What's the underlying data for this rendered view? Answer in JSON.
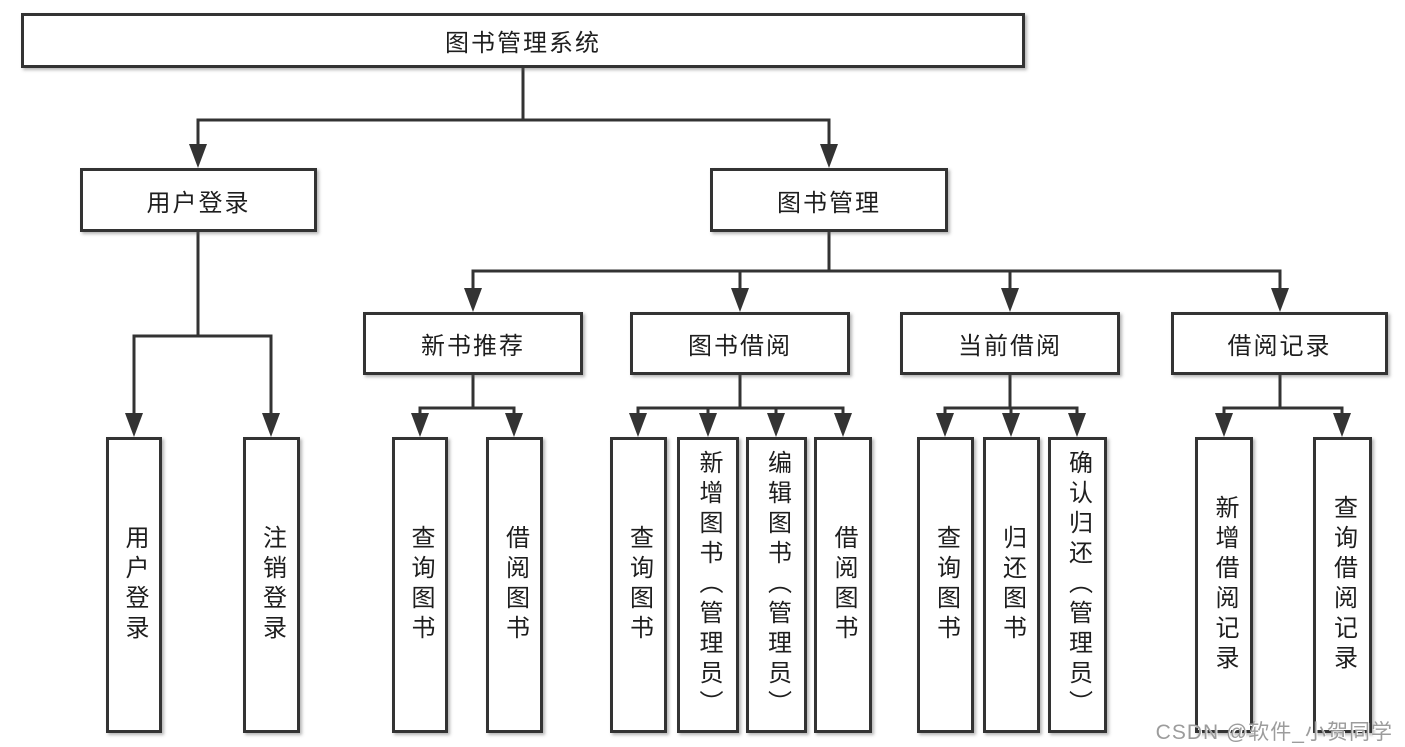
{
  "diagram": {
    "root_label": "图书管理系统",
    "branches": [
      {
        "label": "用户登录",
        "leaves": [
          "用户登录",
          "注销登录"
        ]
      },
      {
        "label": "图书管理",
        "groups": [
          {
            "label": "新书推荐",
            "leaves": [
              "查询图书",
              "借阅图书"
            ]
          },
          {
            "label": "图书借阅",
            "leaves": [
              "查询图书",
              "新增图书（管理员）",
              "编辑图书（管理员）",
              "借阅图书"
            ]
          },
          {
            "label": "当前借阅",
            "leaves": [
              "查询图书",
              "归还图书",
              "确认归还（管理员）"
            ]
          },
          {
            "label": "借阅记录",
            "leaves": [
              "新增借阅记录",
              "查询借阅记录"
            ]
          }
        ]
      }
    ]
  },
  "watermark": "CSDN @软件_小贺同学",
  "colors": {
    "line": "#333333",
    "box_border": "#333333",
    "box_fill": "#ffffff",
    "text": "#1e1e1e",
    "watermark": "#9c9c9c"
  }
}
